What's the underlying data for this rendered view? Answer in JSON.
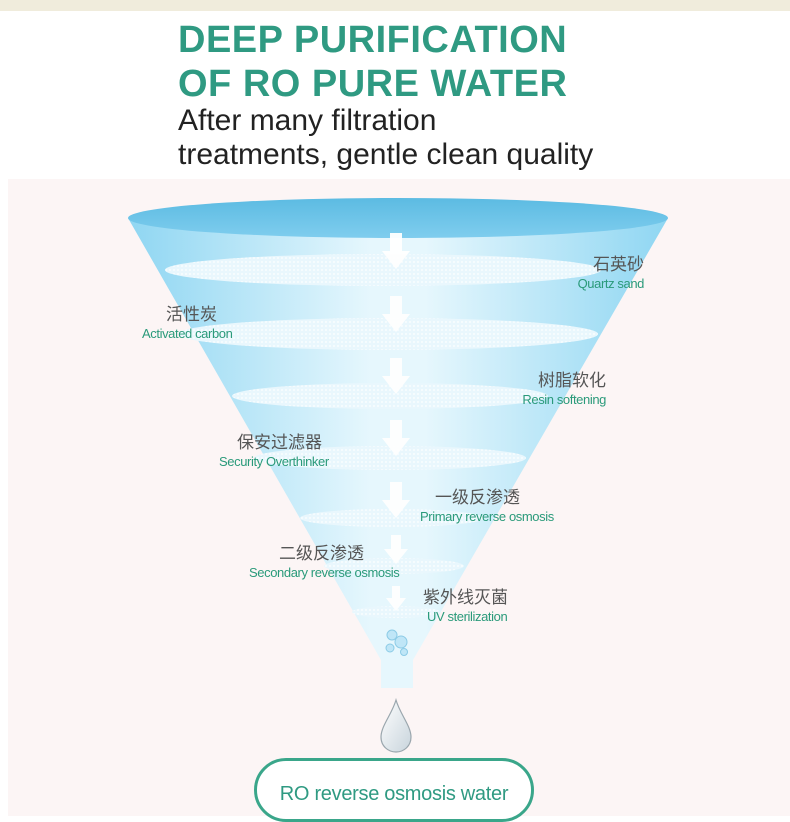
{
  "header": {
    "title_line1": "DEEP PURIFICATION",
    "title_line2": "OF RO PURE WATER",
    "subtitle_line1": "After many filtration",
    "subtitle_line2": "treatments, gentle clean quality"
  },
  "stages": [
    {
      "cn": "石英砂",
      "en": "Quartz sand"
    },
    {
      "cn": "活性炭",
      "en": "Activated carbon"
    },
    {
      "cn": "树脂软化",
      "en": "Resin softening"
    },
    {
      "cn": "保安过滤器",
      "en": "Security Overthinker"
    },
    {
      "cn": "一级反渗透",
      "en": "Primary reverse osmosis"
    },
    {
      "cn": "二级反渗透",
      "en": "Secondary reverse osmosis"
    },
    {
      "cn": "紫外线灭菌",
      "en": "UV sterilization"
    }
  ],
  "result": {
    "label": "RO reverse osmosis water"
  },
  "colors": {
    "title": "#2f9a82",
    "funnel_top": "#5fbde3",
    "funnel_light": "#cfeefa",
    "label_en": "#2a9a7a"
  },
  "icons": [
    "down-arrow-icon",
    "bubbles-icon",
    "water-drop-icon"
  ]
}
